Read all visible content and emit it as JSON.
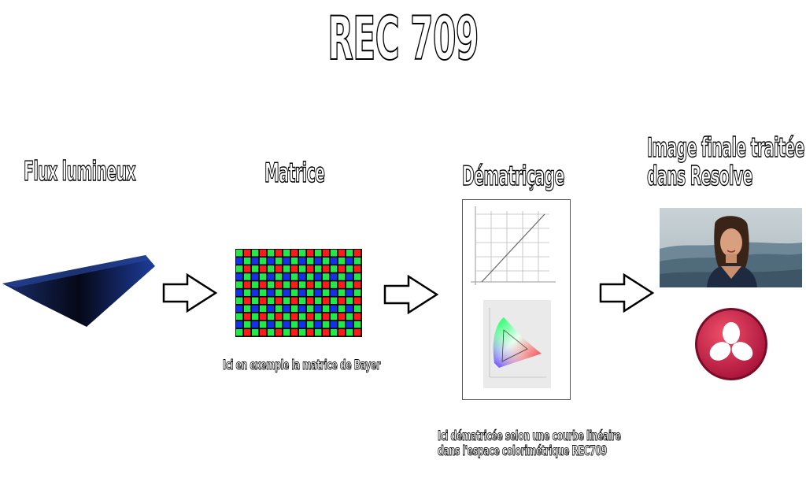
{
  "title": "REC 709",
  "steps": [
    {
      "label": "Flux lumineux"
    },
    {
      "label": "Matrice"
    },
    {
      "label": "Dématriçage"
    },
    {
      "label_line1": "Image finale traitée",
      "label_line2": "dans Resolve"
    }
  ],
  "notes": {
    "bayer": "Ici en exemple la matrice de Bayer",
    "demosaic_line1": "Ici dématricée selon une courbe linéaire",
    "demosaic_line2": "dans l'espace colorimétrique REC709"
  },
  "bayer_colors": {
    "red": "#ff1a1a",
    "green": "#22e84a",
    "blue": "#1530e8"
  },
  "icons": [
    "light-beam-icon",
    "arrow-right-icon",
    "bayer-matrix-icon",
    "linear-curve-chart-icon",
    "cie-chromaticity-diagram-icon",
    "video-still-icon",
    "davinci-resolve-logo-icon"
  ]
}
